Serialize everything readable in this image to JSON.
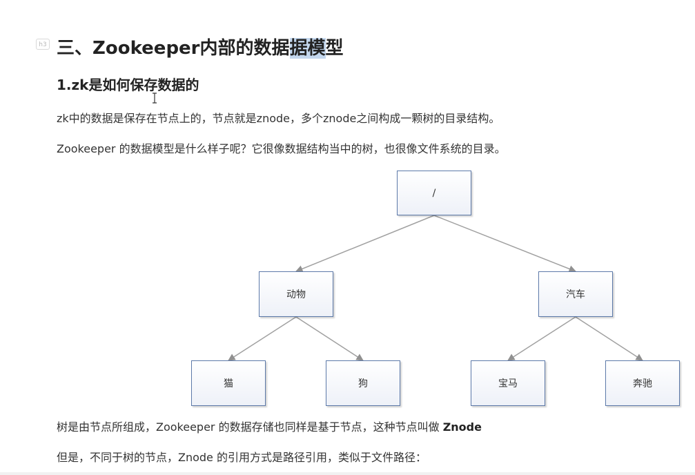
{
  "heading_badge": "h3",
  "heading": {
    "prefix": "三、Zookeeper内部的数据",
    "highlight": "据模",
    "suffix": "型"
  },
  "subheading": "1.zk是如何保存数据的",
  "paragraphs": {
    "p1": "zk中的数据是保存在节点上的，节点就是znode，多个znode之间构成一颗树的目录结构。",
    "p2": "Zookeeper 的数据模型是什么样子呢？它很像数据结构当中的树，也很像文件系统的目录。",
    "p3_text": "树是由节点所组成，Zookeeper 的数据存储也同样是基于节点，这种节点叫做 ",
    "p3_bold": "Znode",
    "p4": "但是，不同于树的节点，Znode 的引用方式是路径引用，类似于文件路径："
  },
  "tree": {
    "root": "/",
    "animal": "动物",
    "car": "汽车",
    "cat": "猫",
    "dog": "狗",
    "bmw": "宝马",
    "benz": "奔驰"
  },
  "colors": {
    "highlight": "#c3d7ee",
    "node_border": "#5b78a8",
    "edge": "#a0a0a0"
  }
}
